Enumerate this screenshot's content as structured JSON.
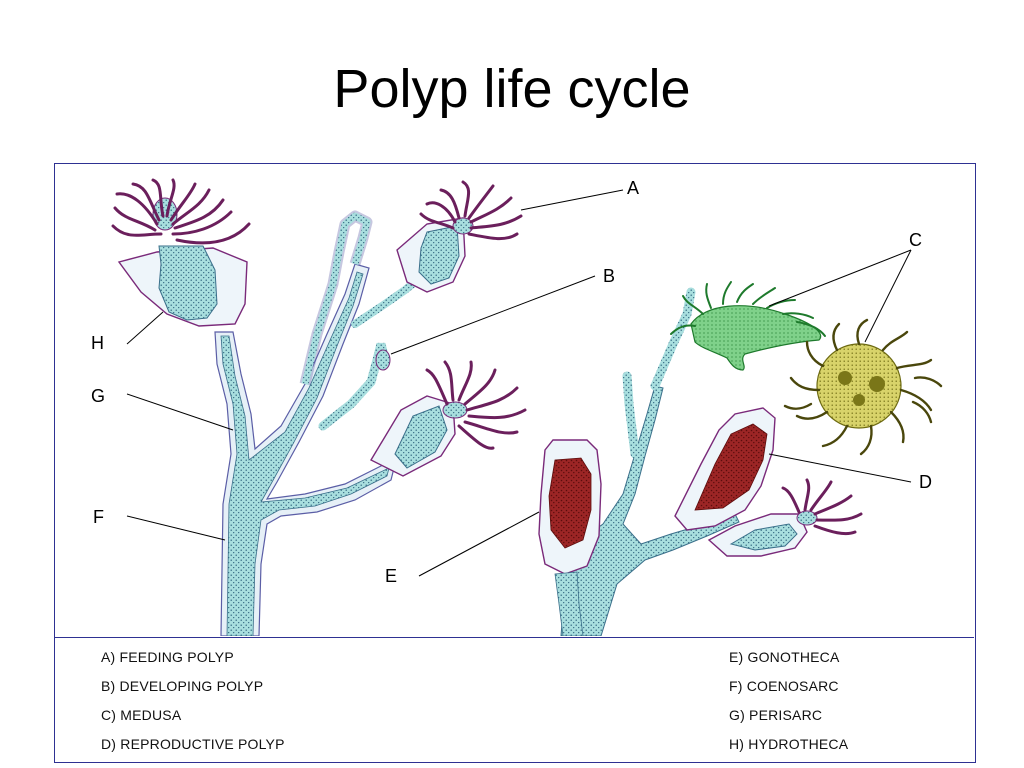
{
  "title": "Polyp life cycle",
  "callouts": {
    "a": "A",
    "b": "B",
    "c": "C",
    "d": "D",
    "e": "E",
    "f": "F",
    "g": "G",
    "h": "H"
  },
  "legend": {
    "left": [
      "A) FEEDING POLYP",
      "B) DEVELOPING POLYP",
      "C) MEDUSA",
      "D) REPRODUCTIVE POLYP"
    ],
    "right": [
      "E) GONOTHECA",
      "F) COENOSARC",
      "G) PERISARC",
      "H) HYDROTHECA"
    ]
  },
  "colors": {
    "frame": "#2e3192",
    "stalk": "#8fd0d0",
    "tentacle": "#6b1f5c",
    "gonotheca_fill": "#8b1a1a",
    "medusa_green": "#39a845",
    "medusa_yellow": "#b9b338"
  }
}
